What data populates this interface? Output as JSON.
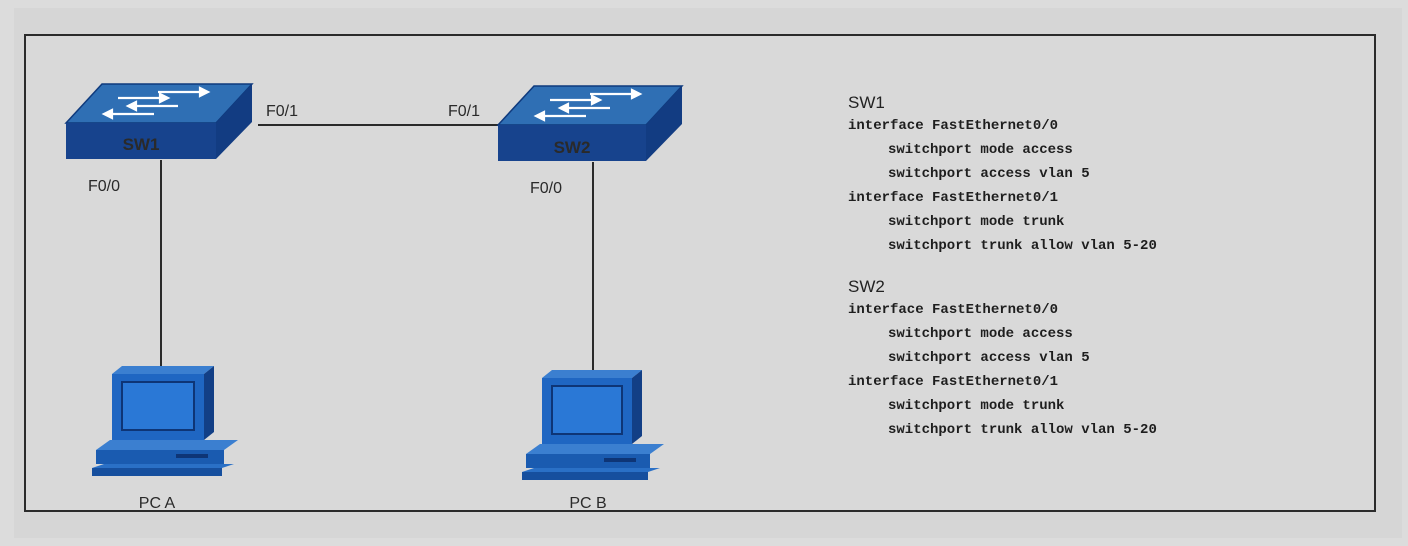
{
  "devices": {
    "sw1": {
      "label": "SW1",
      "port_trunk": "F0/1",
      "port_access": "F0/0"
    },
    "sw2": {
      "label": "SW2",
      "port_trunk": "F0/1",
      "port_access": "F0/0"
    },
    "pca": {
      "label": "PC A"
    },
    "pcb": {
      "label": "PC B"
    }
  },
  "colors": {
    "switch_top": "#2f6fb4",
    "switch_front": "#15408a",
    "pc_body": "#1f66c2",
    "pc_dark": "#123f86",
    "link": "#2a2a2a"
  },
  "config": [
    {
      "title": "SW1",
      "lines": [
        {
          "text": "interface FastEthernet0/0",
          "indent": false
        },
        {
          "text": "switchport mode access",
          "indent": true
        },
        {
          "text": "switchport access vlan 5",
          "indent": true
        },
        {
          "text": "interface FastEthernet0/1",
          "indent": false
        },
        {
          "text": "switchport mode trunk",
          "indent": true
        },
        {
          "text": "switchport trunk allow vlan 5-20",
          "indent": true
        }
      ]
    },
    {
      "title": "SW2",
      "lines": [
        {
          "text": "interface FastEthernet0/0",
          "indent": false
        },
        {
          "text": "switchport mode access",
          "indent": true
        },
        {
          "text": "switchport access vlan 5",
          "indent": true
        },
        {
          "text": "interface FastEthernet0/1",
          "indent": false
        },
        {
          "text": "switchport mode trunk",
          "indent": true
        },
        {
          "text": "switchport trunk allow vlan 5-20",
          "indent": true
        }
      ]
    }
  ]
}
